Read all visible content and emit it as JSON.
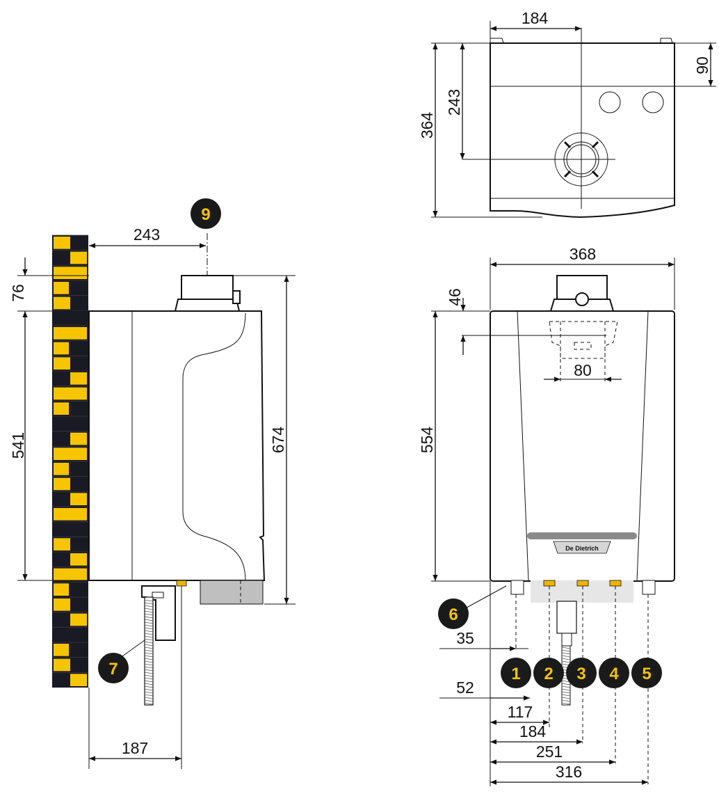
{
  "colors": {
    "line": "#111111",
    "callout_bg": "#1a1a1a",
    "callout_text": "#f5c400",
    "wall_dark": "#1a1a24",
    "wall_yellow": "#f7c500",
    "connection_yellow": "#f0b400",
    "flue_grey": "#bfbfbf",
    "panel_grey": "#d6d6d6",
    "handle_grey": "#8a8a8a"
  },
  "side_view": {
    "dims": {
      "top_offset": "243",
      "flue_height": "76",
      "body_height": "541",
      "total_height": "674",
      "wall_to_connection": "187"
    },
    "callouts": {
      "flue": "9",
      "bracket": "7"
    }
  },
  "top_view": {
    "dims": {
      "width_offset": "184",
      "depth_offset": "243",
      "depth": "364",
      "front_offset": "90"
    }
  },
  "front_view": {
    "brand": "De Dietrich",
    "dims": {
      "width": "368",
      "hook_offset": "46",
      "bracket_width": "80",
      "body_height": "554",
      "conn_1": "35",
      "conn_2": "52",
      "conn_3": "117",
      "conn_4": "184",
      "conn_5": "251",
      "conn_6": "316"
    },
    "callouts": {
      "c1": "1",
      "c2": "2",
      "c3": "3",
      "c4": "4",
      "c5": "5",
      "c6": "6"
    }
  }
}
